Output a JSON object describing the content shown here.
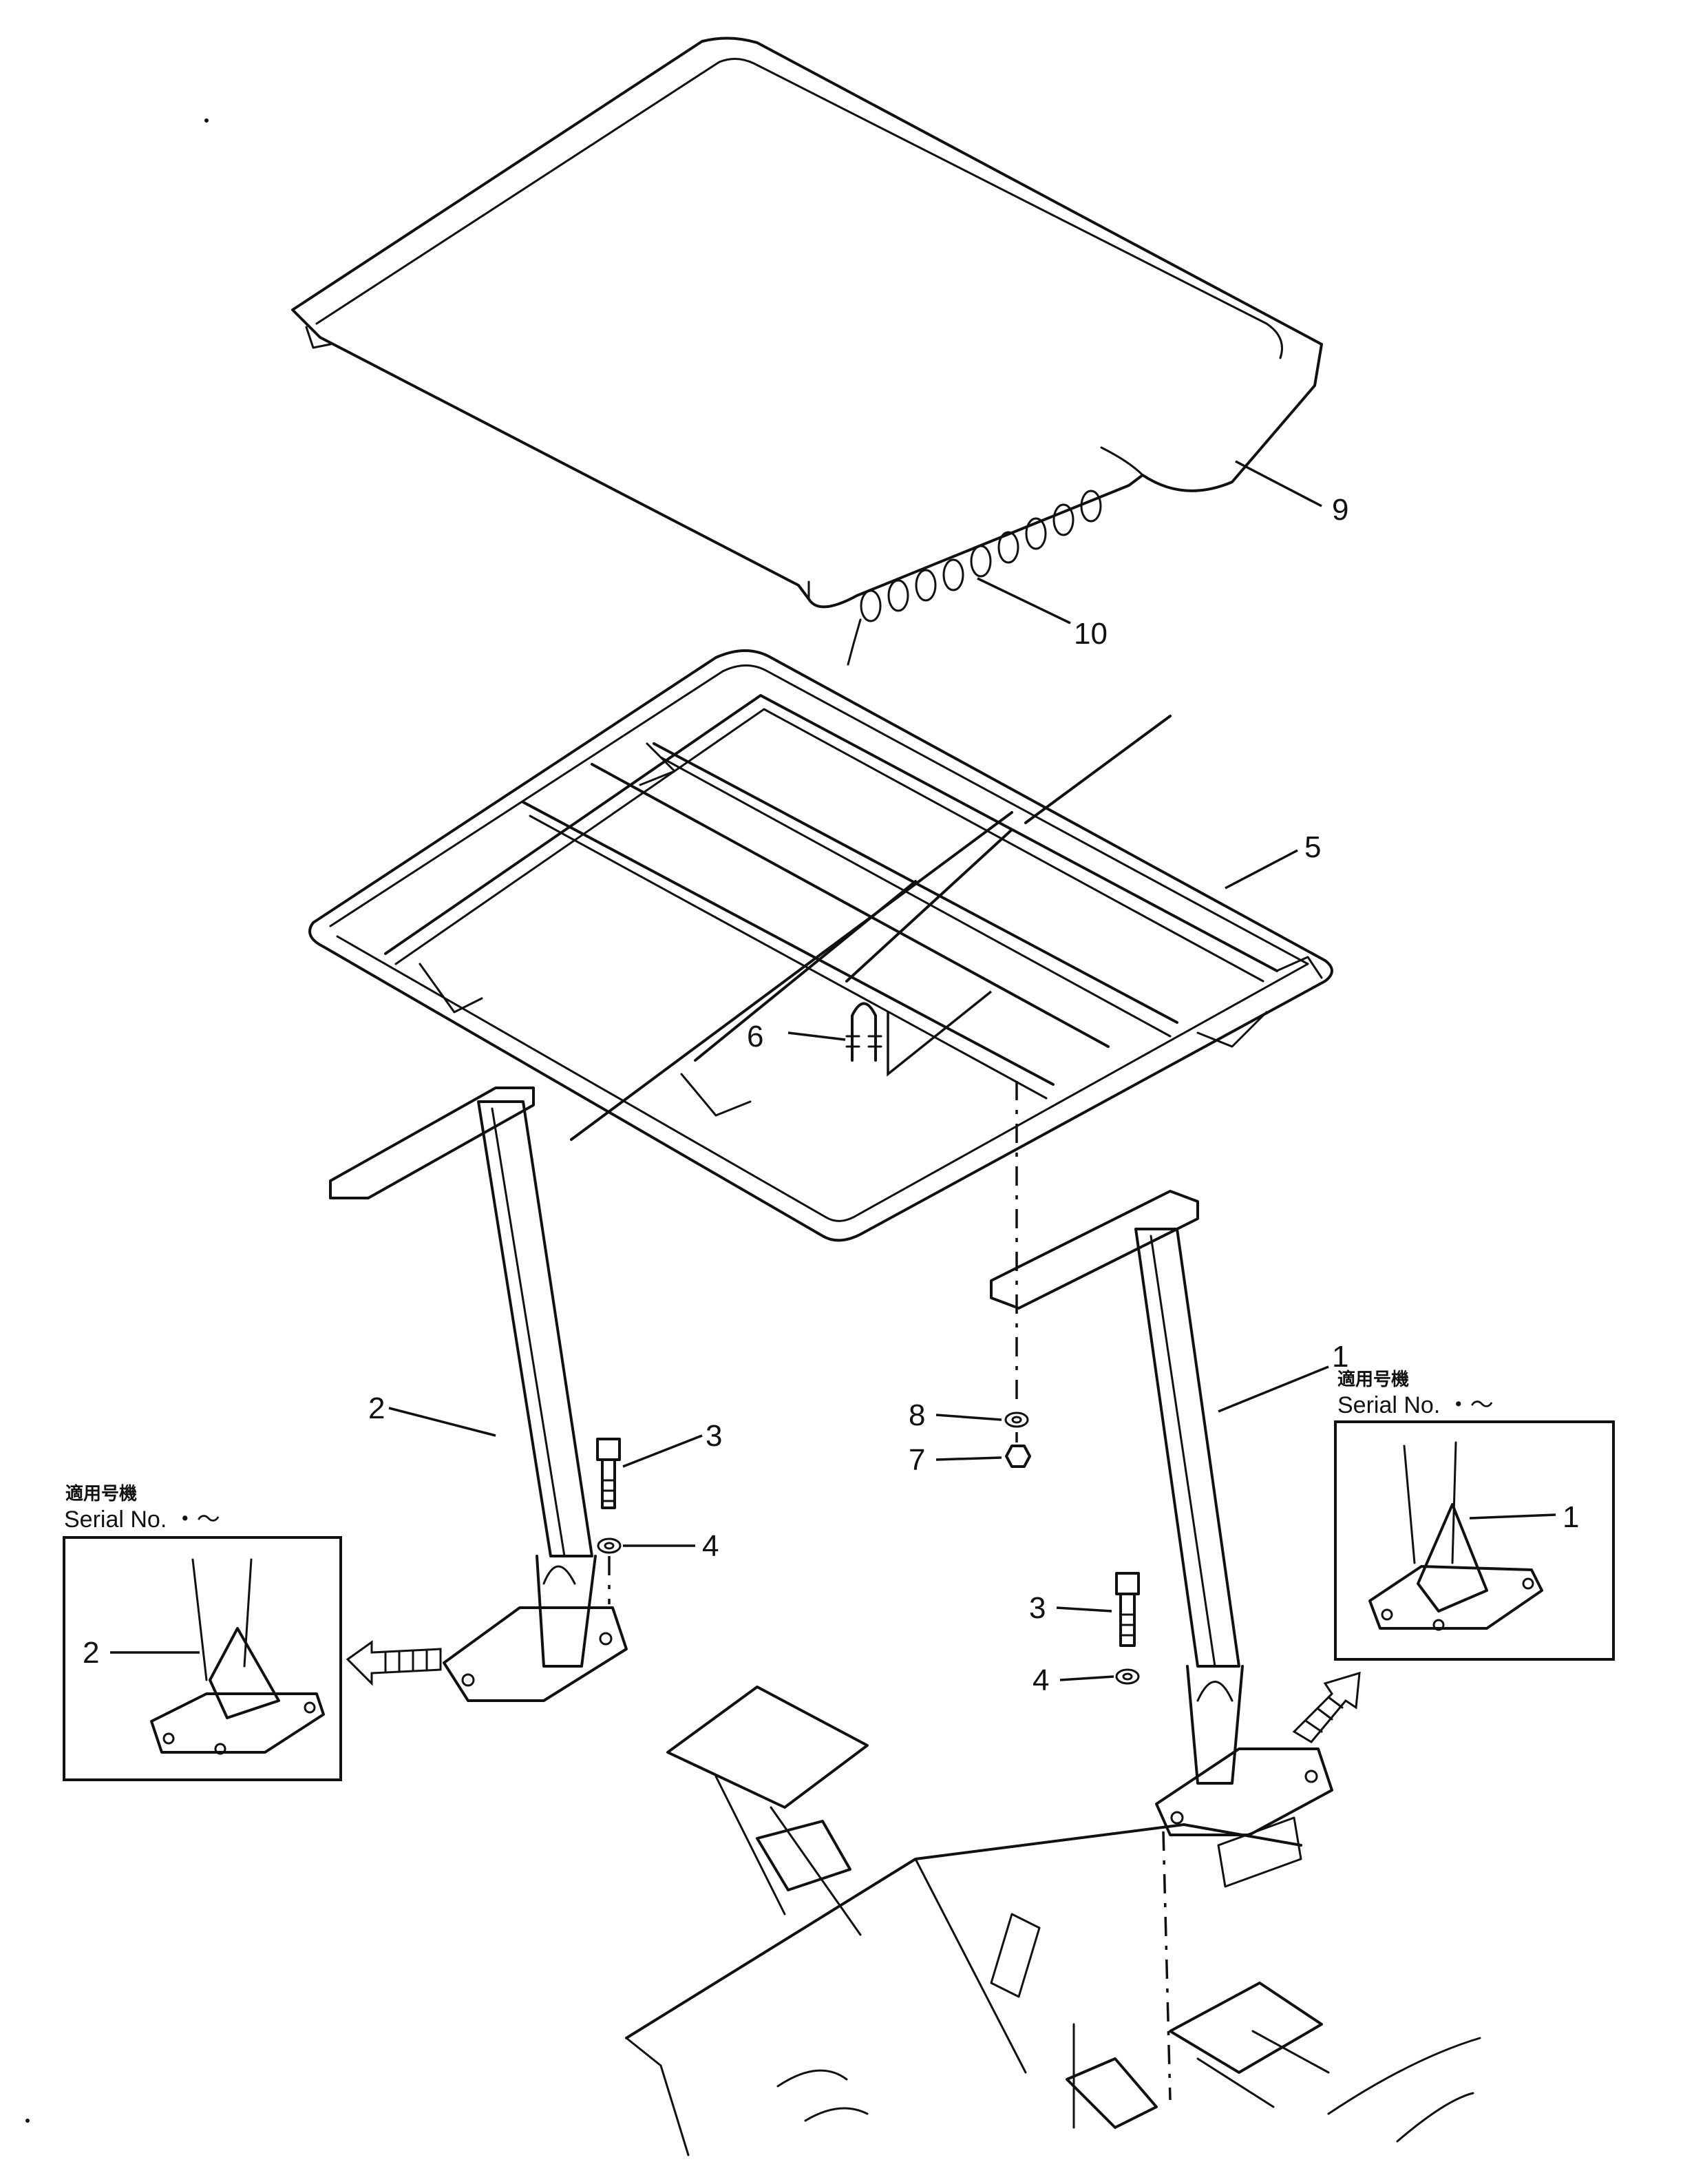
{
  "callouts": {
    "c1_main": "1",
    "c2_main": "2",
    "c3_left": "3",
    "c3_right": "3",
    "c4_left": "4",
    "c4_right": "4",
    "c5": "5",
    "c6": "6",
    "c7": "7",
    "c8": "8",
    "c9": "9",
    "c10": "10"
  },
  "detail_left": {
    "applicable_label": "適用号機",
    "serial_label": "Serial No.  ・～",
    "callout": "2"
  },
  "detail_right": {
    "applicable_label": "適用号機",
    "serial_label": "Serial No.  ・～",
    "callout": "1"
  }
}
